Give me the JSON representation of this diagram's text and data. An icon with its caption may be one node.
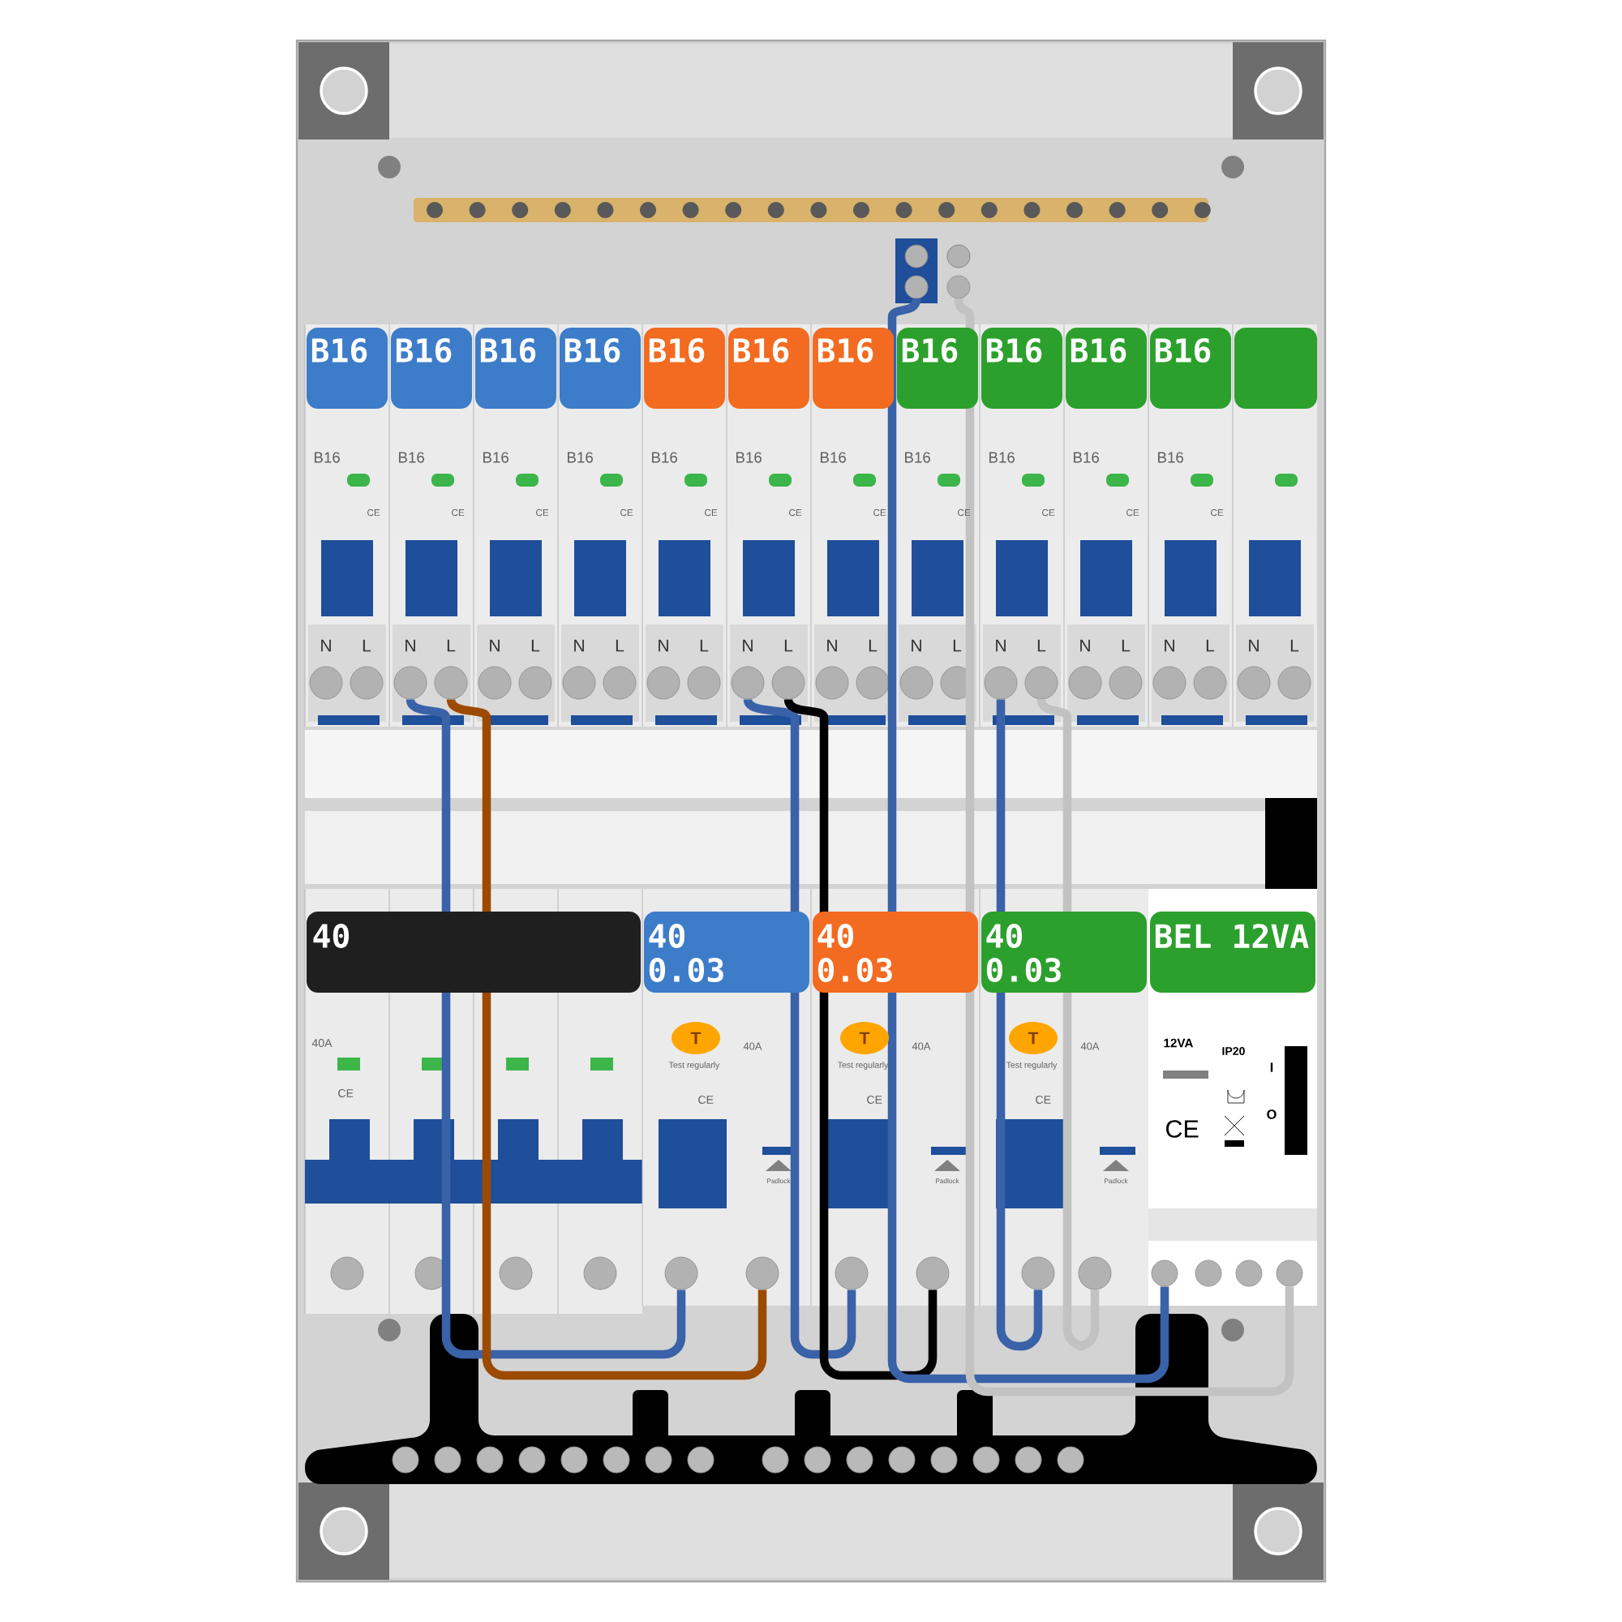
{
  "diagram": {
    "nodes": [
      {
        "text": [],
        "shape": "circle"
      },
      {
        "text": [],
        "shape": "circle"
      },
      {
        "text": [],
        "shape": "circle"
      },
      {
        "text": [],
        "shape": "circle"
      },
      {
        "text": [],
        "shape": "circle"
      },
      {
        "text": [],
        "shape": "circle"
      },
      {
        "text": [],
        "shape": "circle"
      },
      {
        "text": [],
        "shape": "circle"
      },
      {
        "text": [],
        "shape": "circle"
      },
      {
        "text": [],
        "shape": "circle"
      },
      {
        "text": [],
        "shape": "circle"
      },
      {
        "text": [],
        "shape": "circle"
      },
      {
        "text": [],
        "shape": "circle"
      },
      {
        "text": [],
        "shape": "circle"
      },
      {
        "text": [],
        "shape": "circle"
      },
      {
        "text": [],
        "shape": "circle"
      }
    ],
    "edges": [
      {
        "from": 2,
        "to": 8,
        "arrow": "none"
      },
      {
        "from": 3,
        "to": 9,
        "arrow": "none",
        "color": "#9c4a00"
      },
      {
        "from": 4,
        "to": 10,
        "arrow": "none"
      },
      {
        "from": 5,
        "to": 11,
        "arrow": "none",
        "color": "#000000"
      },
      {
        "from": 0,
        "to": 14,
        "arrow": "none"
      },
      {
        "from": 1,
        "to": 15,
        "arrow": "none",
        "color": "#c2c2c2"
      },
      {
        "from": 6,
        "to": 12,
        "arrow": "none"
      },
      {
        "from": 7,
        "to": 13,
        "arrow": "none",
        "color": "#c2c2c2"
      }
    ],
    "labels": [
      "B16",
      "B16",
      "B16",
      "B16",
      "B16",
      "B16",
      "B16",
      "B16",
      "B16",
      "B16",
      "B16",
      "B16",
      "B16",
      "B16",
      "B16",
      "B16",
      "B16",
      "B16",
      "B16",
      "B16",
      "B16",
      "B16",
      "CE",
      "CE",
      "CE",
      "CE",
      "CE",
      "CE",
      "CE",
      "CE",
      "CE",
      "CE",
      "CE",
      "N",
      "L",
      "N",
      "L",
      "N",
      "L",
      "N",
      "L",
      "N",
      "L",
      "N",
      "L",
      "N",
      "L",
      "N",
      "L",
      "N",
      "L",
      "N",
      "L",
      "N",
      "L",
      "N",
      "L",
      "40",
      "40",
      "0.03",
      "40",
      "0.03",
      "40",
      "0.03",
      "BEL 12VA",
      "40A",
      "CE",
      "T",
      "40A",
      "Test regularly",
      "CE",
      "Padlock",
      "T",
      "40A",
      "Test regularly",
      "CE",
      "Padlock",
      "T",
      "40A",
      "Test regularly",
      "CE",
      "Padlock",
      "12VA",
      "IP20",
      "I",
      "O",
      "CE"
    ]
  }
}
